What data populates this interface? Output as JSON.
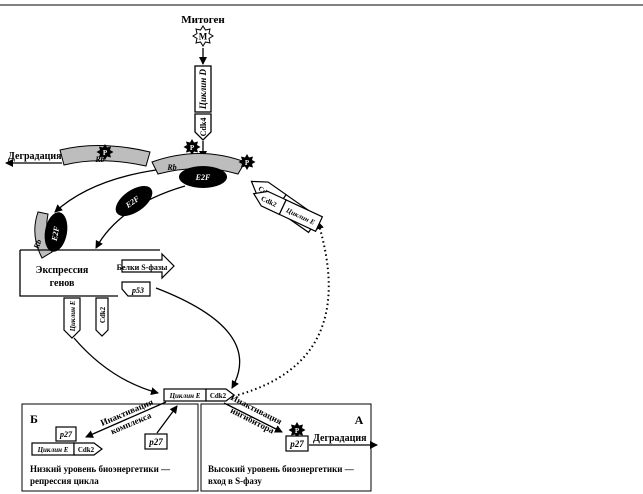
{
  "labels": {
    "mitogen": "Митоген",
    "mitogen_symbol": "M",
    "cyclin_d": "Циклин D",
    "cdk4": "Cdk4",
    "phospho": "P",
    "degradation_left": "Деградация",
    "rb": "Rb",
    "e2f": "E2F",
    "cdk2": "Cdk2",
    "cyclin_e": "Циклин E",
    "expression_line1": "Экспрессия",
    "expression_line2": "генов",
    "s_phase_proteins": "Белки S-фазы",
    "p53": "p53",
    "p27": "p27",
    "degradation_right": "Деградация"
  },
  "panel_b": {
    "letter": "Б",
    "inactivation_line1": "Инактивация",
    "inactivation_line2": "комплекса",
    "caption_line1": "Низкий уровень биоэнергетики —",
    "caption_line2": "репрессия цикла"
  },
  "panel_a": {
    "letter": "А",
    "inactivation_line1": "Инактивация",
    "inactivation_line2": "ингибитора",
    "caption_line1": "Высокий уровень биоэнергетики —",
    "caption_line2": "вход в S-фазу"
  }
}
